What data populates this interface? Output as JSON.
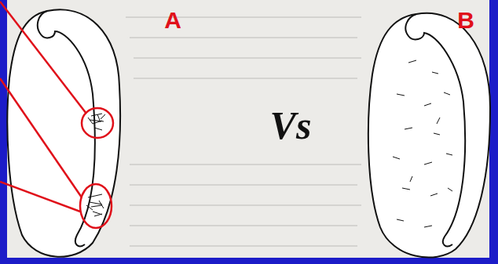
{
  "diagram": {
    "labels": [
      "A",
      "Vs",
      "B"
    ]
  }
}
